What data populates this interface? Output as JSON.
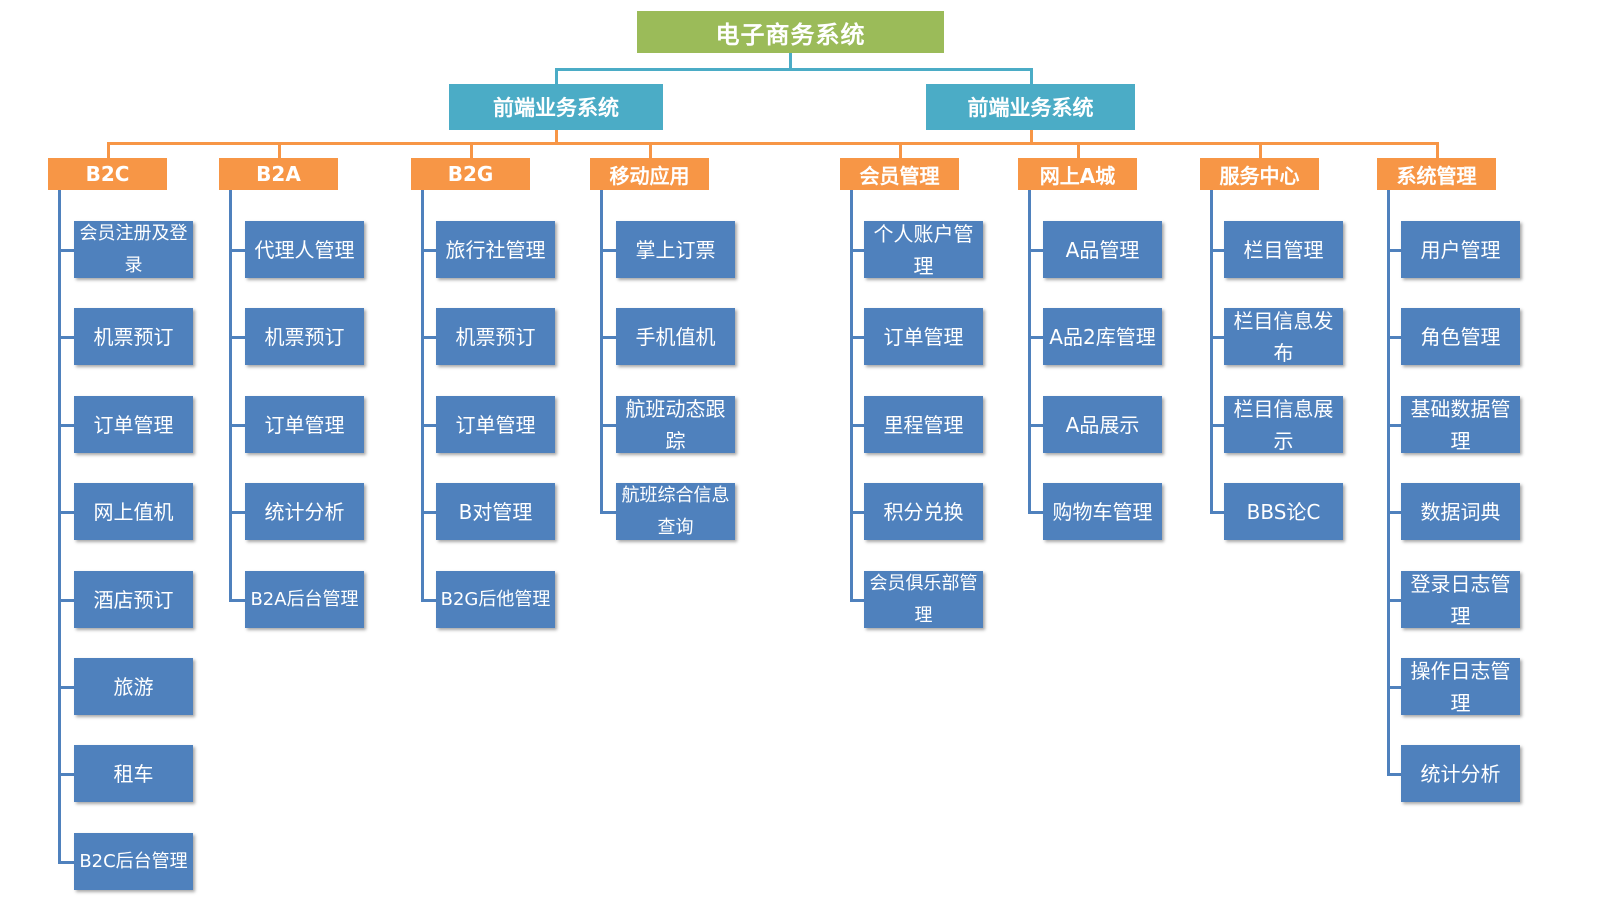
{
  "root": "电子商务系统",
  "level1": [
    "前端业务系统",
    "前端业务系统"
  ],
  "categories": [
    {
      "label": "B2C",
      "items": [
        "会员注册及登录",
        "机票预订",
        "订单管理",
        "网上值机",
        "酒店预订",
        "旅游",
        "租车",
        "B2C后台管理"
      ]
    },
    {
      "label": "B2A",
      "items": [
        "代理人管理",
        "机票预订",
        "订单管理",
        "统计分析",
        "B2A后台管理"
      ]
    },
    {
      "label": "B2G",
      "items": [
        "旅行社管理",
        "机票预订",
        "订单管理",
        "B对管理",
        "B2G后他管理"
      ]
    },
    {
      "label": "移动应用",
      "items": [
        "掌上订票",
        "手机值机",
        "航班动态跟踪",
        "航班综合信息查询"
      ]
    },
    {
      "label": "会员管理",
      "items": [
        "个人账户管理",
        "订单管理",
        "里程管理",
        "积分兑换",
        "会员俱乐部管理"
      ]
    },
    {
      "label": "网上A城",
      "items": [
        "A品管理",
        "A品2库管理",
        "A品展示",
        "购物车管理"
      ]
    },
    {
      "label": "服务中心",
      "items": [
        "栏目管理",
        "栏目信息发布",
        "栏目信息展示",
        "BBS论C"
      ]
    },
    {
      "label": "系统管理",
      "items": [
        "用户管理",
        "角色管理",
        "基础数据管理",
        "数据词典",
        "登录日志管理",
        "操作日志管理",
        "统计分析"
      ]
    }
  ],
  "colors": {
    "root": "#9bbb59",
    "level1": "#4bacc6",
    "category": "#f79646",
    "leaf": "#4f81bd"
  }
}
